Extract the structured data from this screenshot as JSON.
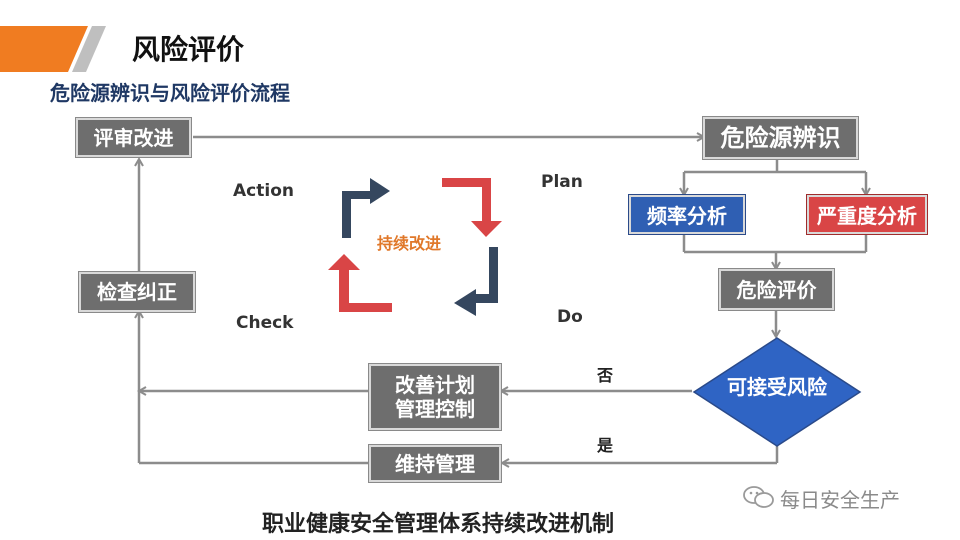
{
  "header": {
    "title": "风险评价",
    "subtitle": "危险源辨识与风险评价流程"
  },
  "colors": {
    "accent_orange": "#f07c21",
    "stripe_gray": "#bfbfbf",
    "subtitle_navy": "#1f3864",
    "box_gray": "#6e6e6e",
    "box_blue": "#2f5fb3",
    "box_red": "#d94546",
    "arrow_gray": "#8c8c8c",
    "cycle_navy": "#35475f",
    "cycle_red": "#d94546",
    "cycle_center_text": "#e0782a"
  },
  "nodes": {
    "review_improve": "评审改进",
    "check_correct": "检查纠正",
    "hazard_identification": "危险源辨识",
    "frequency_analysis": "频率分析",
    "severity_analysis": "严重度分析",
    "hazard_evaluation": "危险评价",
    "acceptable_risk": "可接受风险",
    "improve_plan": "改善计划\n管理控制",
    "maintain_management": "维持管理"
  },
  "edges": {
    "no": "否",
    "yes": "是"
  },
  "pdca": {
    "action": "Action",
    "plan": "Plan",
    "do": "Do",
    "check": "Check",
    "center": "持续改进"
  },
  "footer": {
    "caption": "职业健康安全管理体系持续改进机制",
    "watermark": "每日安全生产"
  }
}
